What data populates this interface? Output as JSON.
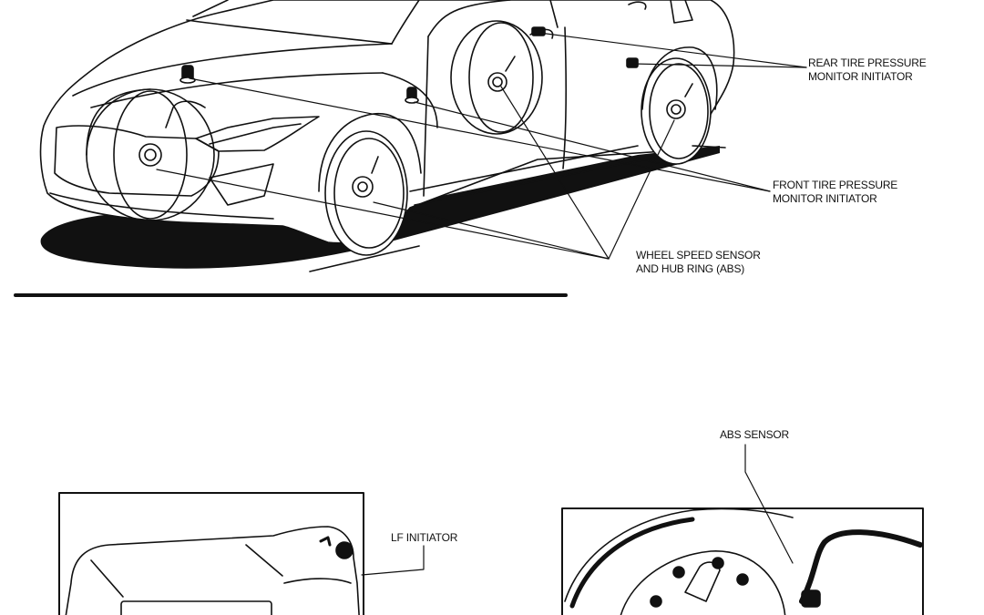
{
  "labels": {
    "rear_tpm": [
      "REAR TIRE PRESSURE",
      "MONITOR INITIATOR"
    ],
    "front_tpm": [
      "FRONT TIRE PRESSURE",
      "MONITOR INITIATOR"
    ],
    "wheel_speed": [
      "WHEEL SPEED SENSOR",
      "AND HUB RING (ABS)"
    ],
    "abs_sensor": "ABS SENSOR",
    "lf_initiator": "LF INITIATOR"
  },
  "colors": {
    "ink": "#111111",
    "paper": "#ffffff"
  }
}
